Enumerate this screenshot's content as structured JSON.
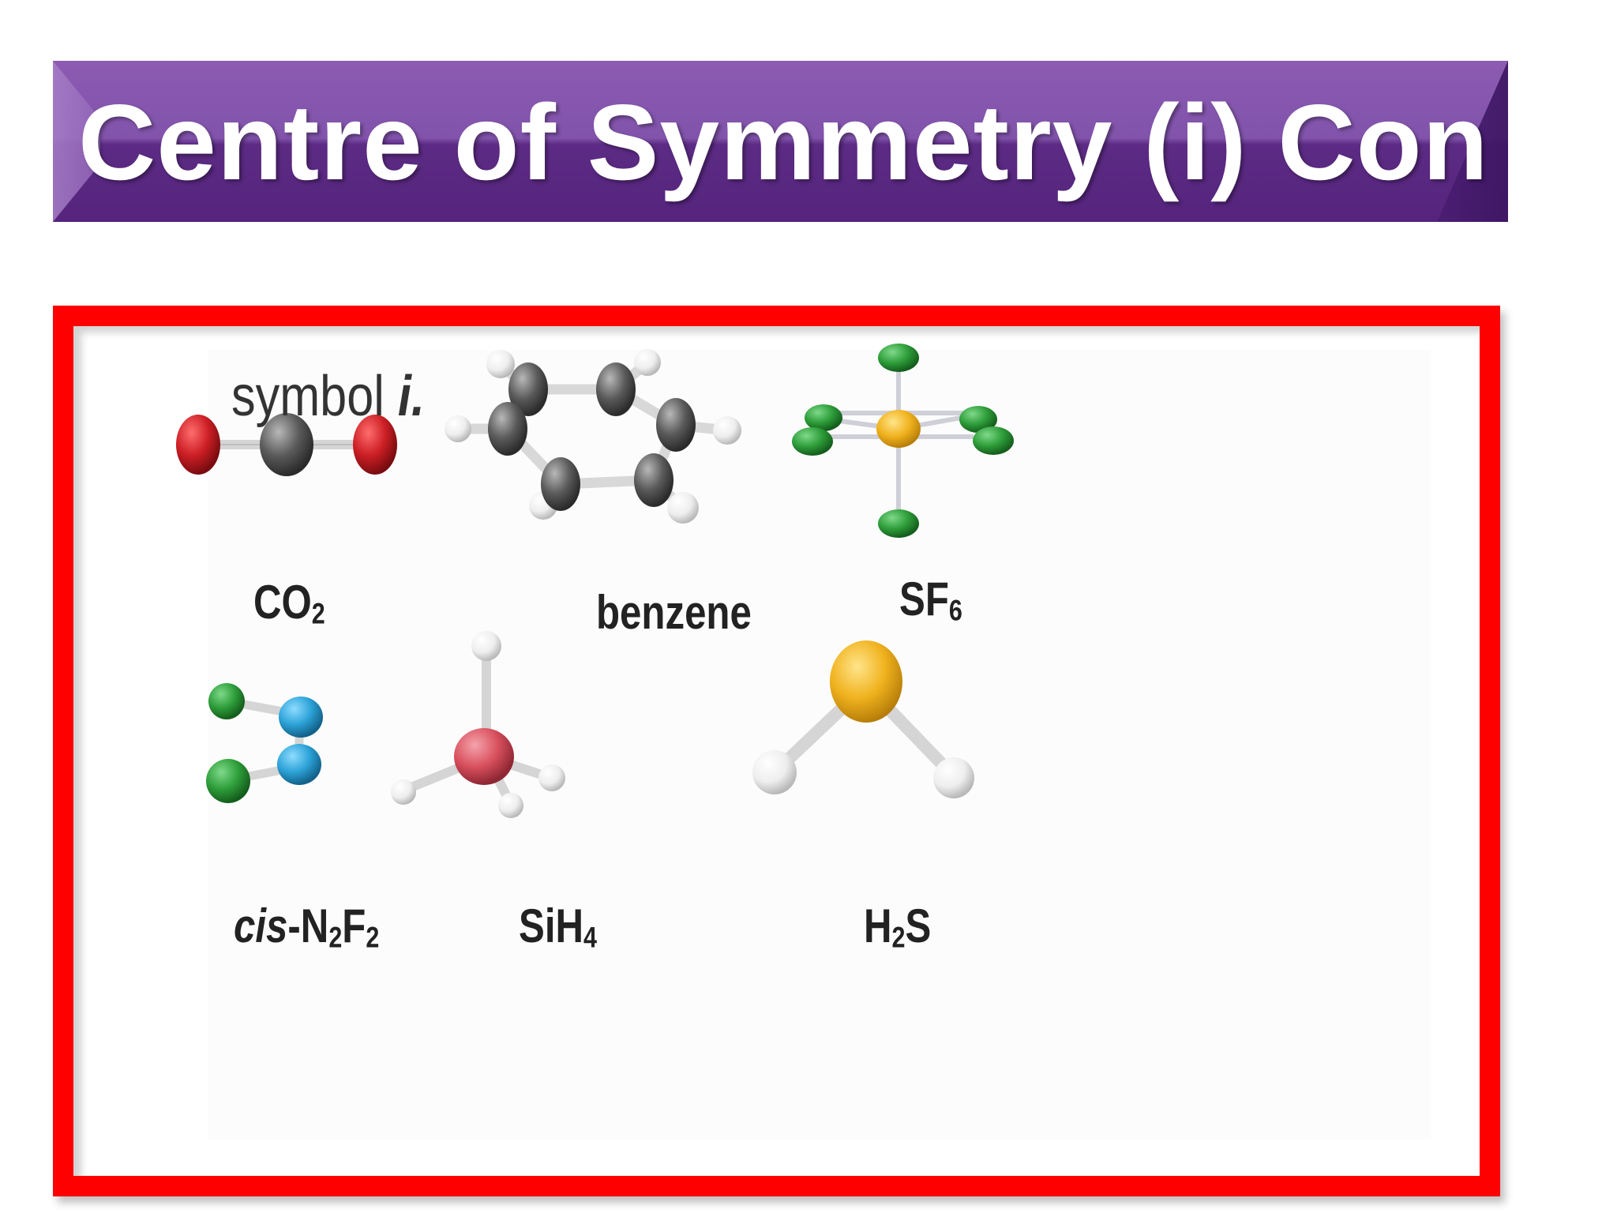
{
  "slide": {
    "title": "Centre of Symmetry (i) Con",
    "colors": {
      "banner_top": "#8c5bb2",
      "banner_bottom": "#55247d",
      "frame_border": "#ff0000",
      "title_text": "#ffffff"
    }
  },
  "figure": {
    "symbol_label": "symbol ",
    "symbol_italic": "i.",
    "molecules": [
      {
        "id": "co2",
        "formula_main": "CO",
        "formula_sub": "2"
      },
      {
        "id": "benzene",
        "label": "benzene"
      },
      {
        "id": "sf6",
        "formula_main": "SF",
        "formula_sub": "6"
      },
      {
        "id": "cis-n2f2",
        "prefix_italic": "cis",
        "text_a": "-N",
        "sub_a": "2",
        "text_b": "F",
        "sub_b": "2"
      },
      {
        "id": "sih4",
        "formula_main": "SiH",
        "formula_sub": "4"
      },
      {
        "id": "h2s",
        "text_a": "H",
        "sub_a": "2",
        "text_b": "S"
      }
    ],
    "atom_colors": {
      "oxygen": "#cc1f25",
      "carbon": "#555555",
      "hydrogen": "#f2f2f2",
      "sulfur": "#f0b21e",
      "fluorine": "#2e9e3a",
      "nitrogen": "#2da3d8",
      "silicon": "#d9505e"
    }
  }
}
